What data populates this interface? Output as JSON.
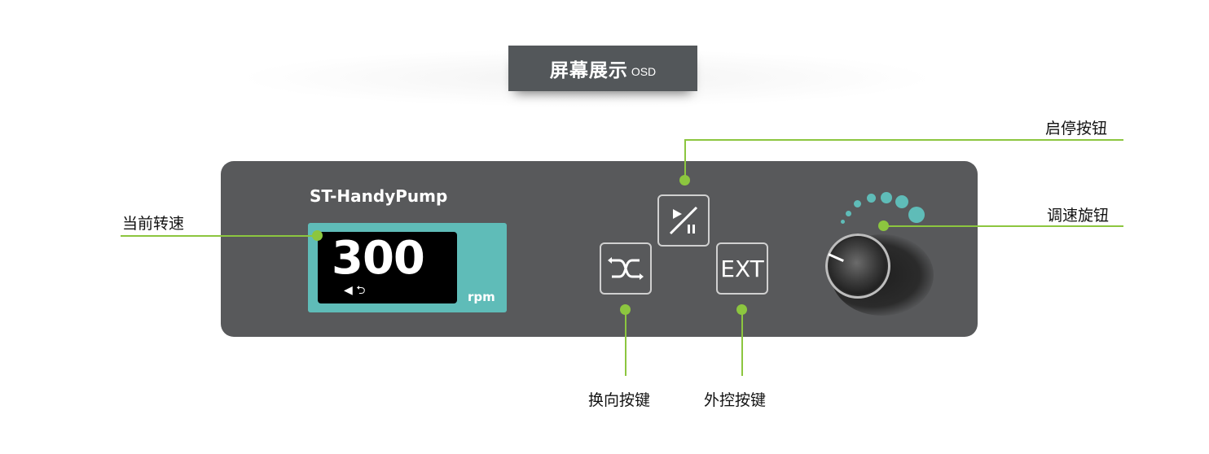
{
  "header": {
    "title": "屏幕展示",
    "title_suffix": "OSD"
  },
  "device": {
    "model": "ST-HandyPump",
    "display": {
      "speed_value": "300",
      "direction_symbols": "◀ ⮌",
      "unit": "rpm"
    },
    "buttons": {
      "start_stop": {
        "icon": "play-pause-icon"
      },
      "direction": {
        "icon": "direction-switch-icon"
      },
      "external": {
        "label": "EXT"
      }
    },
    "knob": {
      "icon": "speed-knob-icon"
    }
  },
  "callouts": {
    "current_speed": "当前转速",
    "start_stop_button": "启停按钮",
    "speed_knob": "调速旋钮",
    "direction_button": "换向按键",
    "external_button": "外控按键"
  },
  "colors": {
    "panel": "#58595b",
    "accent_teal": "#5fbcb8",
    "callout_green": "#8cc63f"
  }
}
